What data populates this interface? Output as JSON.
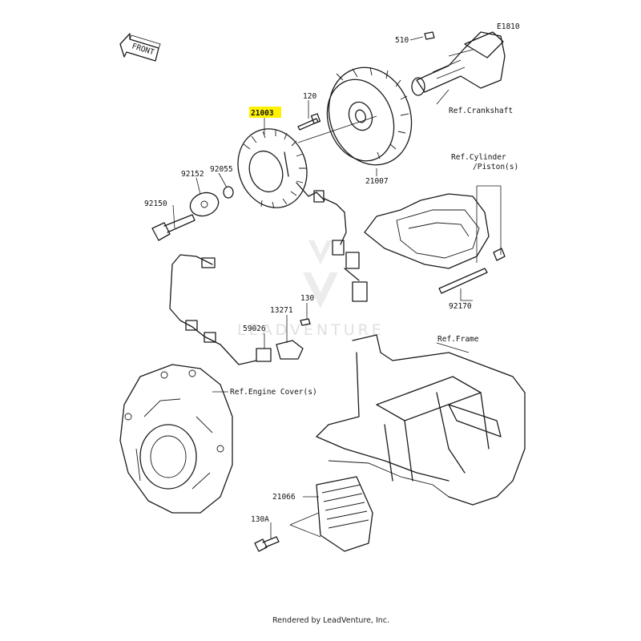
{
  "diagram_code": "E1810",
  "front_label": "FRONT",
  "highlight_color": "#fff200",
  "watermark": "LEADVENTURE",
  "footer": "Rendered by LeadVenture, Inc.",
  "parts": {
    "p510": "510",
    "p120": "120",
    "p21003": "21003",
    "p92055": "92055",
    "p92152": "92152",
    "p92150": "92150",
    "p21007": "21007",
    "p92170": "92170",
    "p130": "130",
    "p13271": "13271",
    "p59026": "59026",
    "p21066": "21066",
    "p130a": "130A"
  },
  "refs": {
    "crankshaft": "Ref.Crankshaft",
    "cylinder_line1": "Ref.Cylinder",
    "cylinder_line2": "/Piston(s)",
    "frame": "Ref.Frame",
    "engine_cover": "Ref.Engine Cover(s)"
  }
}
